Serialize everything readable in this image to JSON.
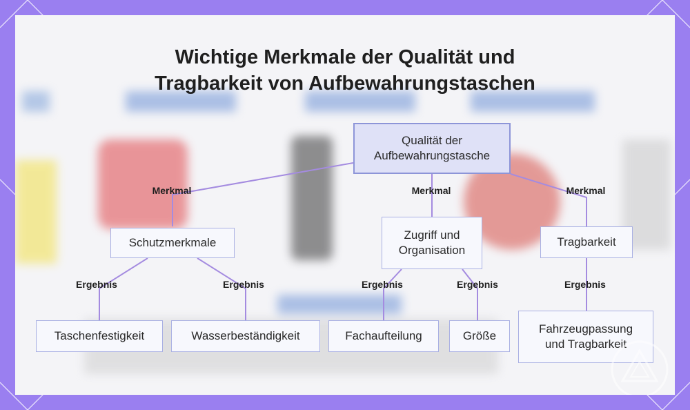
{
  "title": {
    "line1": "Wichtige Merkmale der Qualität und",
    "line2": "Tragbarkeit von Aufbewahrungstaschen"
  },
  "nodes": {
    "root": "Qualität der Aufbewahrungstasche",
    "schutz": "Schutzmerkmale",
    "zugriff": "Zugriff und Organisation",
    "trag": "Tragbarkeit",
    "festigkeit": "Taschenfestigkeit",
    "wasser": "Wasserbeständigkeit",
    "fach": "Fachaufteilung",
    "groesse": "Größe",
    "fahrzeug": "Fahrzeugpassung und Tragbarkeit"
  },
  "edge_labels": {
    "root_schutz": "Merkmal",
    "root_zugriff": "Merkmal",
    "root_trag": "Merkmal",
    "schutz_festigkeit": "Ergebnis",
    "schutz_wasser": "Ergebnis",
    "zugriff_fach": "Ergebnis",
    "zugriff_groesse": "Ergebnis",
    "trag_fahrzeug": "Ergebnis"
  },
  "colors": {
    "frame": "#9a7ff0",
    "edge": "#a48be0",
    "node_border": "#a9b0e3",
    "root_fill": "#dfe1f7"
  }
}
